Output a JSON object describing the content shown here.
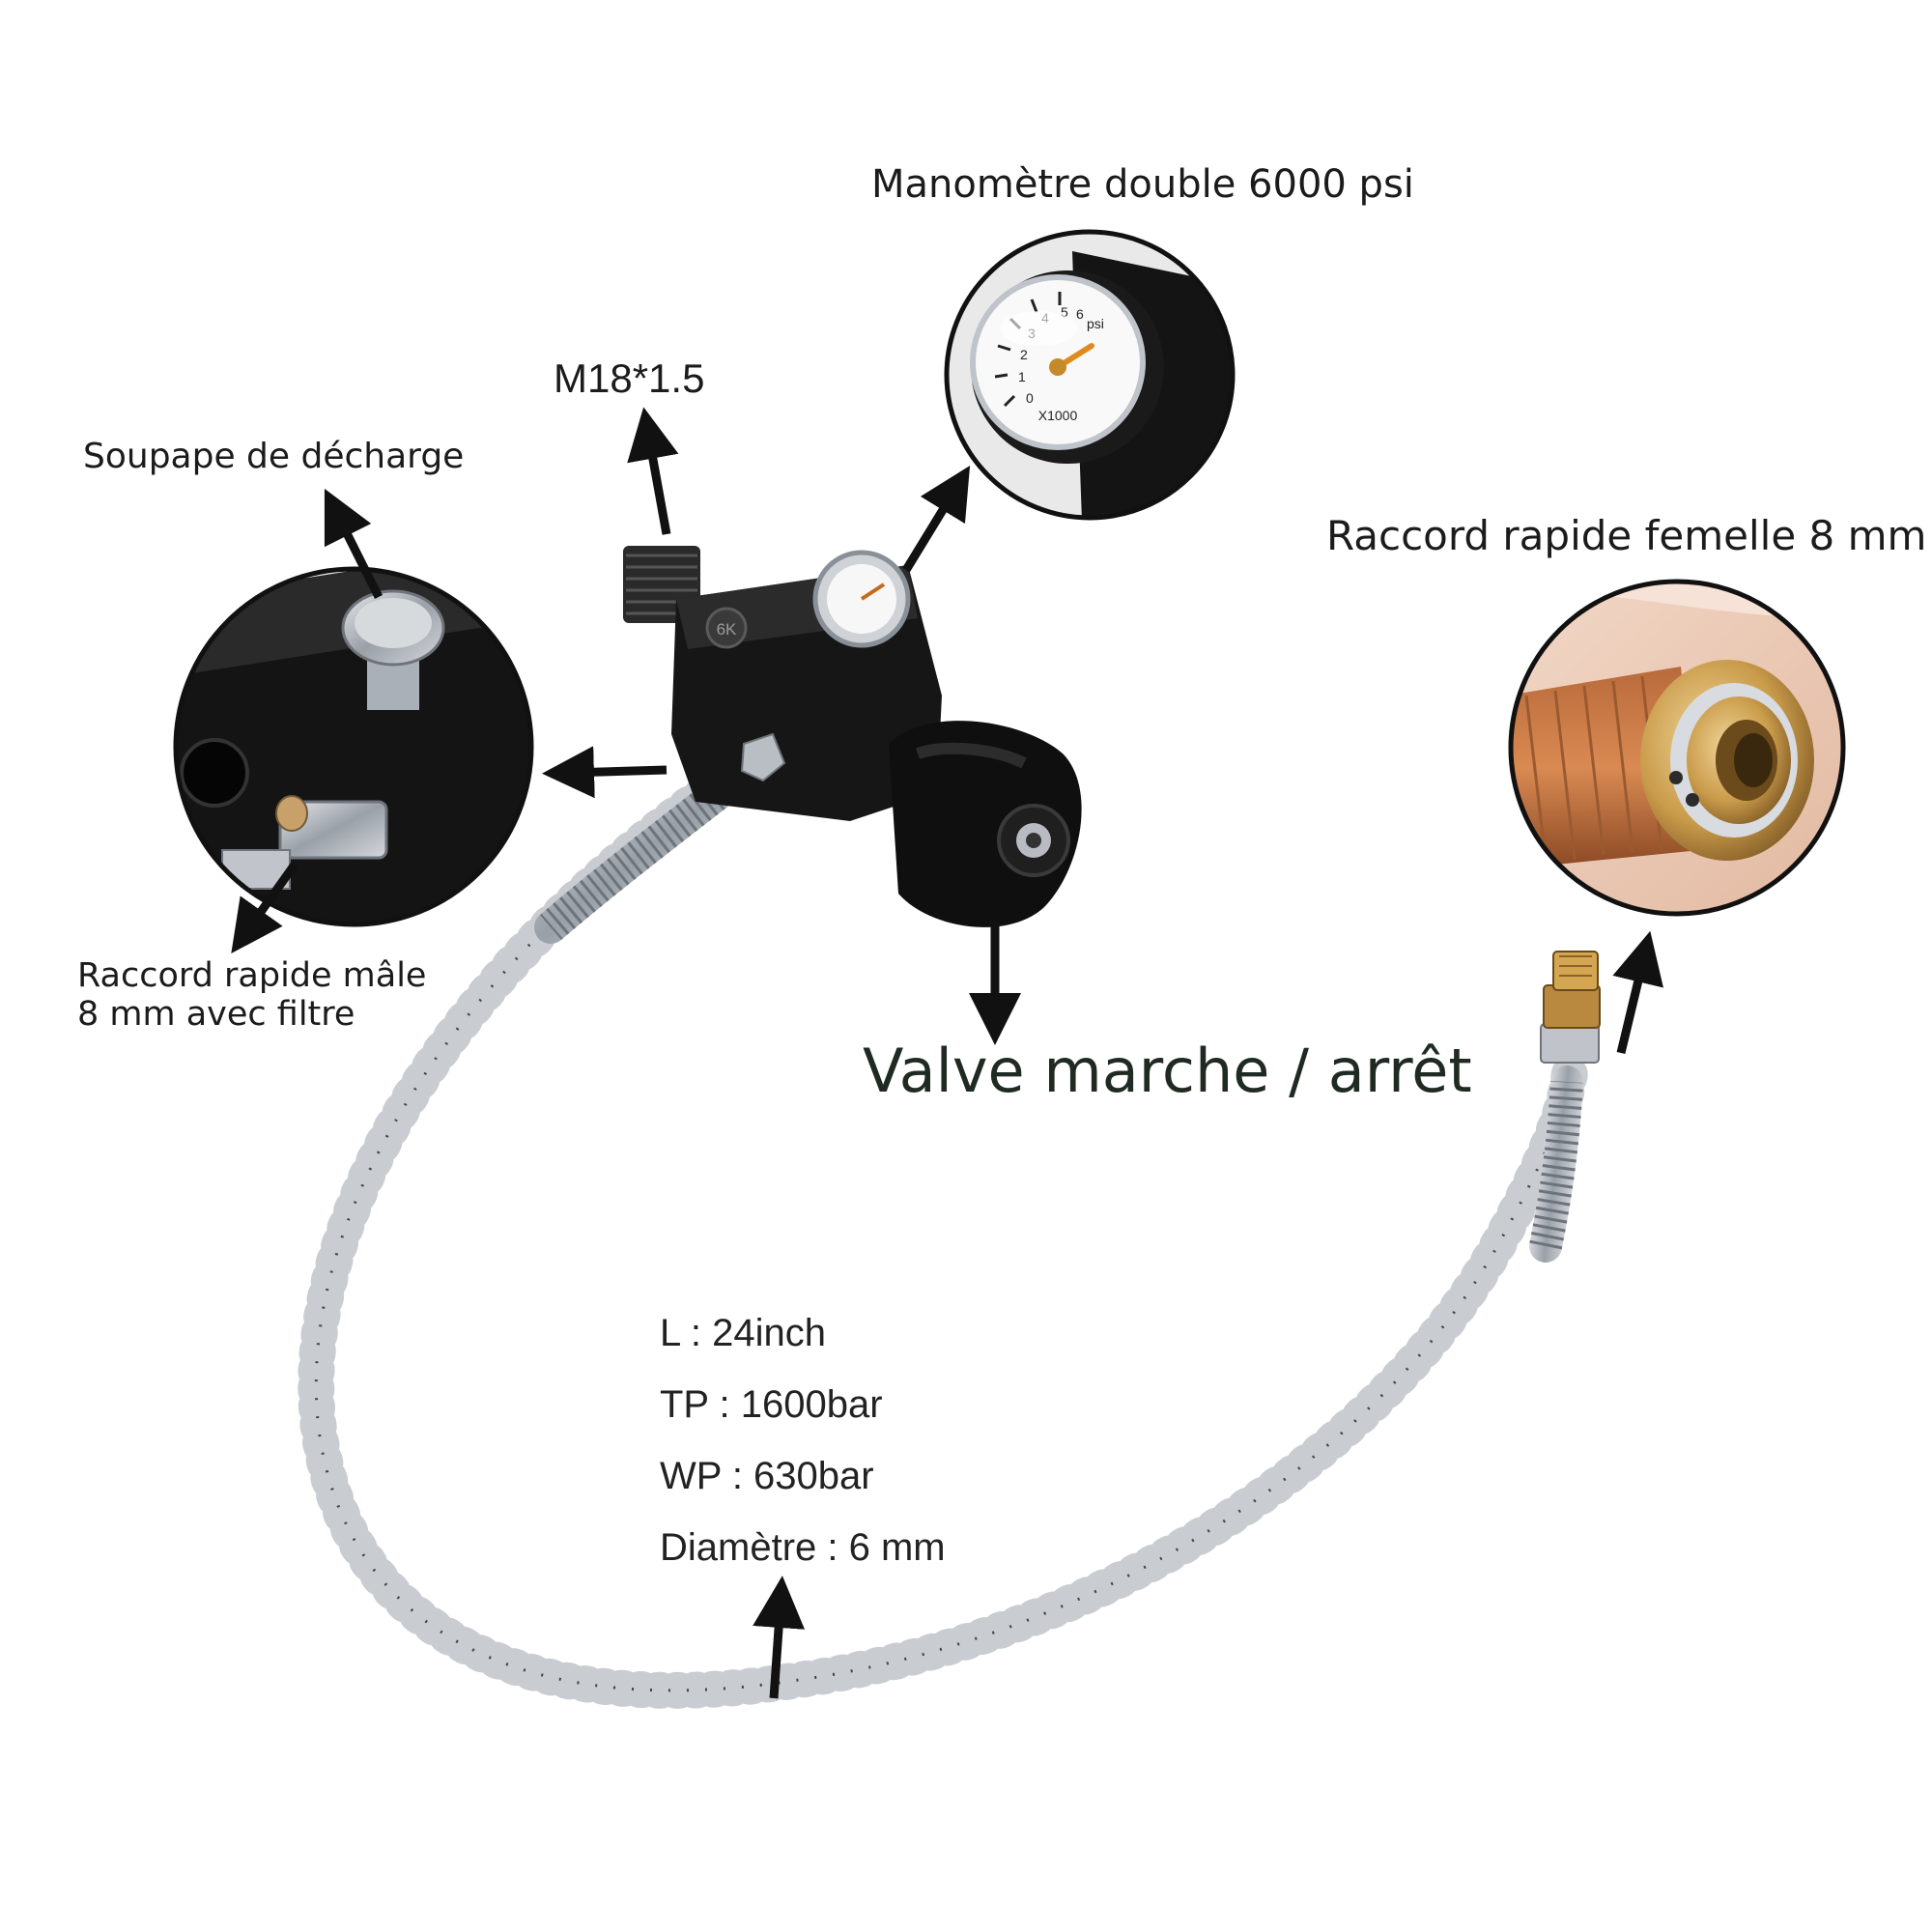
{
  "labels": {
    "gauge": "Manomètre double 6000 psi",
    "thread": "M18*1.5",
    "relief_valve": "Soupape de décharge",
    "female_coupler": "Raccord rapide femelle 8 mm",
    "male_coupler_line1": "Raccord rapide mâle",
    "male_coupler_line2": "8 mm avec filtre",
    "on_off_valve": "Valve marche / arrêt"
  },
  "specs": [
    "L : 24inch",
    "TP : 1600bar",
    "WP : 630bar",
    "Diamètre : 6 mm"
  ],
  "gauge_face": {
    "scale_marks": [
      "0",
      "1",
      "2",
      "3",
      "4",
      "5",
      "6"
    ],
    "unit": "psi",
    "multiplier": "X1000"
  },
  "body_marking": "6K",
  "colors": {
    "body": "#151515",
    "brass": "#c9a356",
    "steel": "#b8bcc2",
    "arrow": "#111111"
  }
}
